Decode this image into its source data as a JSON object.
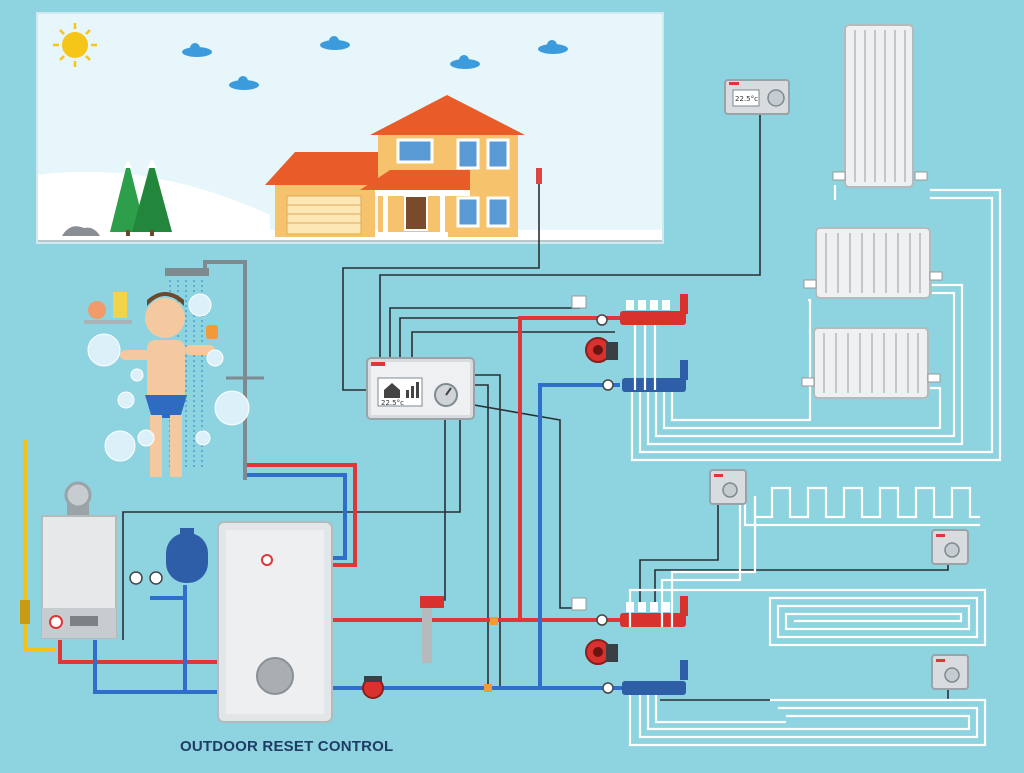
{
  "caption": "OUTDOOR RESET CONTROL",
  "controller": {
    "display_temp": "22.5°c"
  },
  "thermostats": [
    {
      "id": "radiator-room",
      "display_temp": "22.5°c"
    }
  ],
  "colors": {
    "background": "#8dd3e0",
    "hot_pipe": "#e0363a",
    "cold_pipe": "#2f6fcb",
    "control_wire": "#2b2f33",
    "gas_pipe": "#f2c21b",
    "floor_loop": "#ffffff",
    "sky": "#e6f6fa",
    "snow": "#ffffff",
    "house_wall": "#f6c36c",
    "house_roof": "#ea5b2a",
    "device_body": "#d8dcdf"
  },
  "icons": [
    "sun-icon",
    "cloud-icon",
    "tree-icon",
    "house-icon",
    "shower-icon",
    "thermostat-icon",
    "radiator-icon",
    "pump-icon",
    "boiler-icon",
    "tank-icon",
    "expansion-vessel-icon",
    "manifold-icon",
    "outdoor-sensor-icon"
  ]
}
